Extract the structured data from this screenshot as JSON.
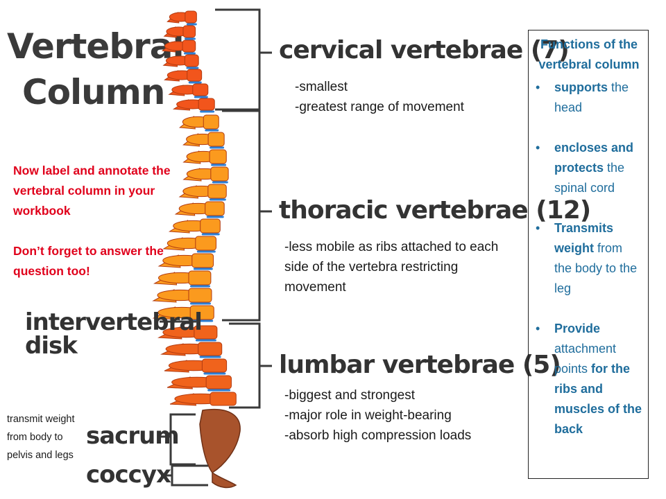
{
  "title": {
    "line1": "Vertebral",
    "line2": "Column"
  },
  "regions": {
    "cervical": "cervical vertebrae (7)",
    "thoracic": "thoracic vertebrae (12)",
    "lumbar": "lumbar vertebrae (5)",
    "intervertebral_1": "intervertebral",
    "intervertebral_2": "disk",
    "sacrum": "sacrum",
    "coccyx": "coccyx"
  },
  "notes": {
    "cervical": [
      "-smallest",
      "-greatest range of movement"
    ],
    "thoracic": [
      "-less mobile as ribs attached to each",
      "side of the vertebra restricting",
      "movement"
    ],
    "lumbar": [
      "-biggest and strongest",
      "-major role in weight-bearing",
      "-absorb high compression loads"
    ]
  },
  "instructions": {
    "line1": "Now label and annotate the vertebral column in your workbook",
    "line2": "Don’t forget to answer the question too!"
  },
  "sacrum_note": "transmit weight from body to pelvis and legs",
  "functions": {
    "title": "Functions of the vertebral column",
    "bullet": "•",
    "items": [
      {
        "bold": "supports",
        "rest": " the head"
      },
      {
        "bold": "encloses and protects",
        "rest": " the spinal cord"
      },
      {
        "bold": "Transmits weight",
        "rest": " from the body to the leg"
      },
      {
        "bold": "Provide",
        "rest": " attachment points ",
        "bold2": "for the ribs and muscles of the back"
      }
    ]
  },
  "colors": {
    "cervical_bone": "#f2551c",
    "thoracic_bone": "#fb9a1e",
    "lumbar_bone": "#f0631c",
    "disc": "#2b7fd6",
    "sacrum": "#a8532c",
    "label_text": "#333333",
    "instruction_red": "#e0001b",
    "functions_blue": "#1f6d9c"
  }
}
